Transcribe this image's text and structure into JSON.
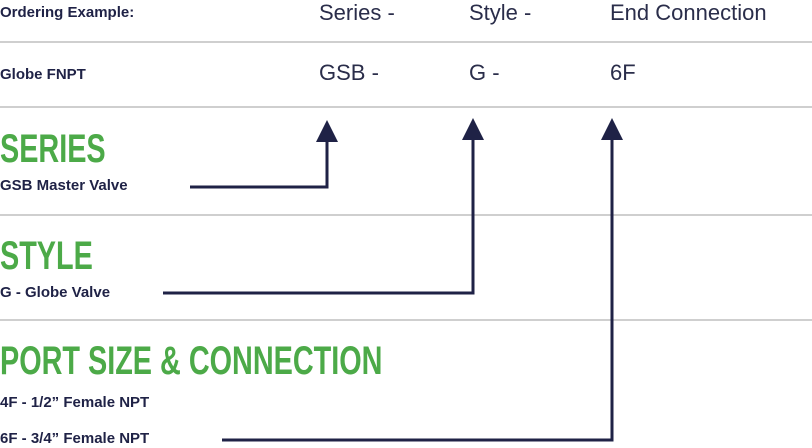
{
  "header": {
    "ordering_label": "Ordering Example:",
    "columns": [
      "Series -",
      "Style -",
      "End Connection"
    ]
  },
  "example": {
    "name": "Globe FNPT",
    "values": [
      "GSB -",
      "G -",
      "6F"
    ]
  },
  "sections": [
    {
      "title": "SERIES",
      "options": [
        "GSB Master Valve"
      ]
    },
    {
      "title": "STYLE",
      "options": [
        "G - Globe Valve"
      ]
    },
    {
      "title": "PORT SIZE & CONNECTION",
      "options": [
        "4F - 1/2” Female NPT",
        "6F - 3/4” Female NPT"
      ]
    }
  ],
  "colors": {
    "navy": "#1f2246",
    "green": "#4caa48",
    "divider": "#cfcfcf"
  }
}
